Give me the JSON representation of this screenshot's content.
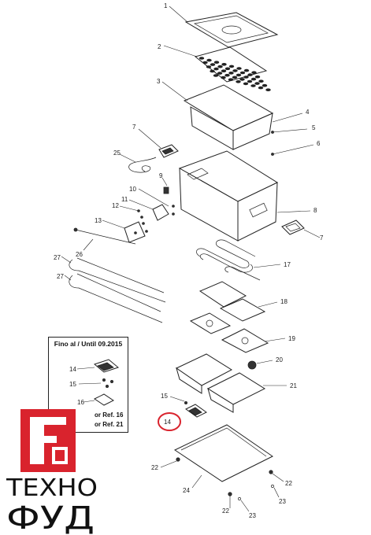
{
  "diagram": {
    "callouts": [
      {
        "id": "c1",
        "text": "1"
      },
      {
        "id": "c2",
        "text": "2"
      },
      {
        "id": "c3",
        "text": "3"
      },
      {
        "id": "c4",
        "text": "4"
      },
      {
        "id": "c5",
        "text": "5"
      },
      {
        "id": "c6",
        "text": "6"
      },
      {
        "id": "c7a",
        "text": "7"
      },
      {
        "id": "c7b",
        "text": "7"
      },
      {
        "id": "c8",
        "text": "8"
      },
      {
        "id": "c9",
        "text": "9"
      },
      {
        "id": "c10",
        "text": "10"
      },
      {
        "id": "c11",
        "text": "11"
      },
      {
        "id": "c12",
        "text": "12"
      },
      {
        "id": "c13",
        "text": "13"
      },
      {
        "id": "c14",
        "text": "14"
      },
      {
        "id": "c15",
        "text": "15"
      },
      {
        "id": "c17",
        "text": "17"
      },
      {
        "id": "c18",
        "text": "18"
      },
      {
        "id": "c19",
        "text": "19"
      },
      {
        "id": "c20",
        "text": "20"
      },
      {
        "id": "c21",
        "text": "21"
      },
      {
        "id": "c22a",
        "text": "22"
      },
      {
        "id": "c22b",
        "text": "22"
      },
      {
        "id": "c22c",
        "text": "22"
      },
      {
        "id": "c23a",
        "text": "23"
      },
      {
        "id": "c23b",
        "text": "23"
      },
      {
        "id": "c24",
        "text": "24"
      },
      {
        "id": "c25",
        "text": "25"
      },
      {
        "id": "c26",
        "text": "26"
      },
      {
        "id": "c27a",
        "text": "27"
      },
      {
        "id": "c27b",
        "text": "27"
      }
    ],
    "inset": {
      "title": "Fino al / Until 09.2015",
      "callouts": [
        {
          "id": "i14",
          "text": "14"
        },
        {
          "id": "i15",
          "text": "15"
        },
        {
          "id": "i16",
          "text": "16"
        }
      ],
      "ref1": "or Ref. 16",
      "ref2": "or Ref. 21"
    },
    "highlight_colour": "#d9232d"
  },
  "logo": {
    "line1": "ТЕХНО",
    "line2": "ФУД",
    "colour": "#d9232d"
  }
}
